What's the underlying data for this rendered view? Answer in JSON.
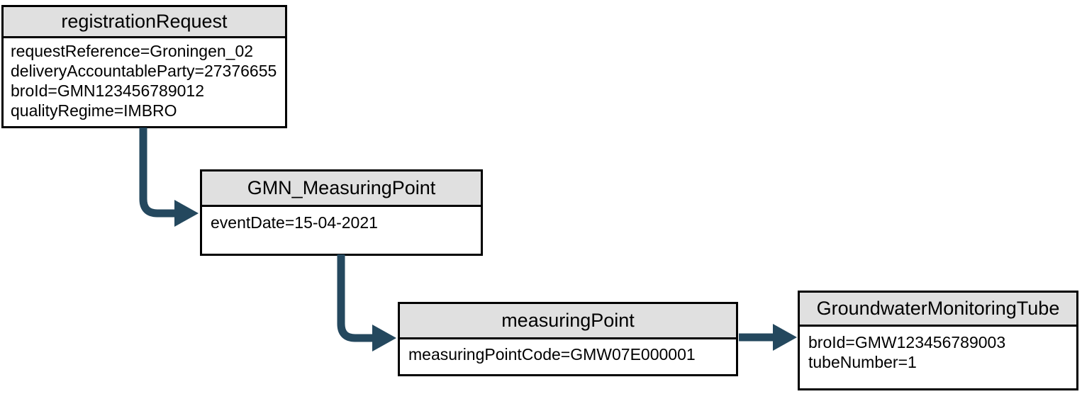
{
  "diagram": {
    "type": "object-flow-diagram",
    "colors": {
      "arrow": "#24485e",
      "header_bg": "#e0e0e0",
      "border": "#000000",
      "body_bg": "#ffffff"
    },
    "nodes": [
      {
        "id": "registrationRequest",
        "title": "registrationRequest",
        "fields": [
          "requestReference=Groningen_02",
          "deliveryAccountableParty=27376655",
          "broId=GMN123456789012",
          "qualityRegime=IMBRO"
        ]
      },
      {
        "id": "gmnMeasuringPoint",
        "title": "GMN_MeasuringPoint",
        "fields": [
          "eventDate=15-04-2021"
        ]
      },
      {
        "id": "measuringPoint",
        "title": "measuringPoint",
        "fields": [
          "measuringPointCode=GMW07E000001"
        ]
      },
      {
        "id": "groundwaterMonitoringTube",
        "title": "GroundwaterMonitoringTube",
        "fields": [
          "broId=GMW123456789003",
          "tubeNumber=1"
        ]
      }
    ],
    "edges": [
      {
        "from": "registrationRequest",
        "to": "gmnMeasuringPoint"
      },
      {
        "from": "gmnMeasuringPoint",
        "to": "measuringPoint"
      },
      {
        "from": "measuringPoint",
        "to": "groundwaterMonitoringTube"
      }
    ]
  }
}
